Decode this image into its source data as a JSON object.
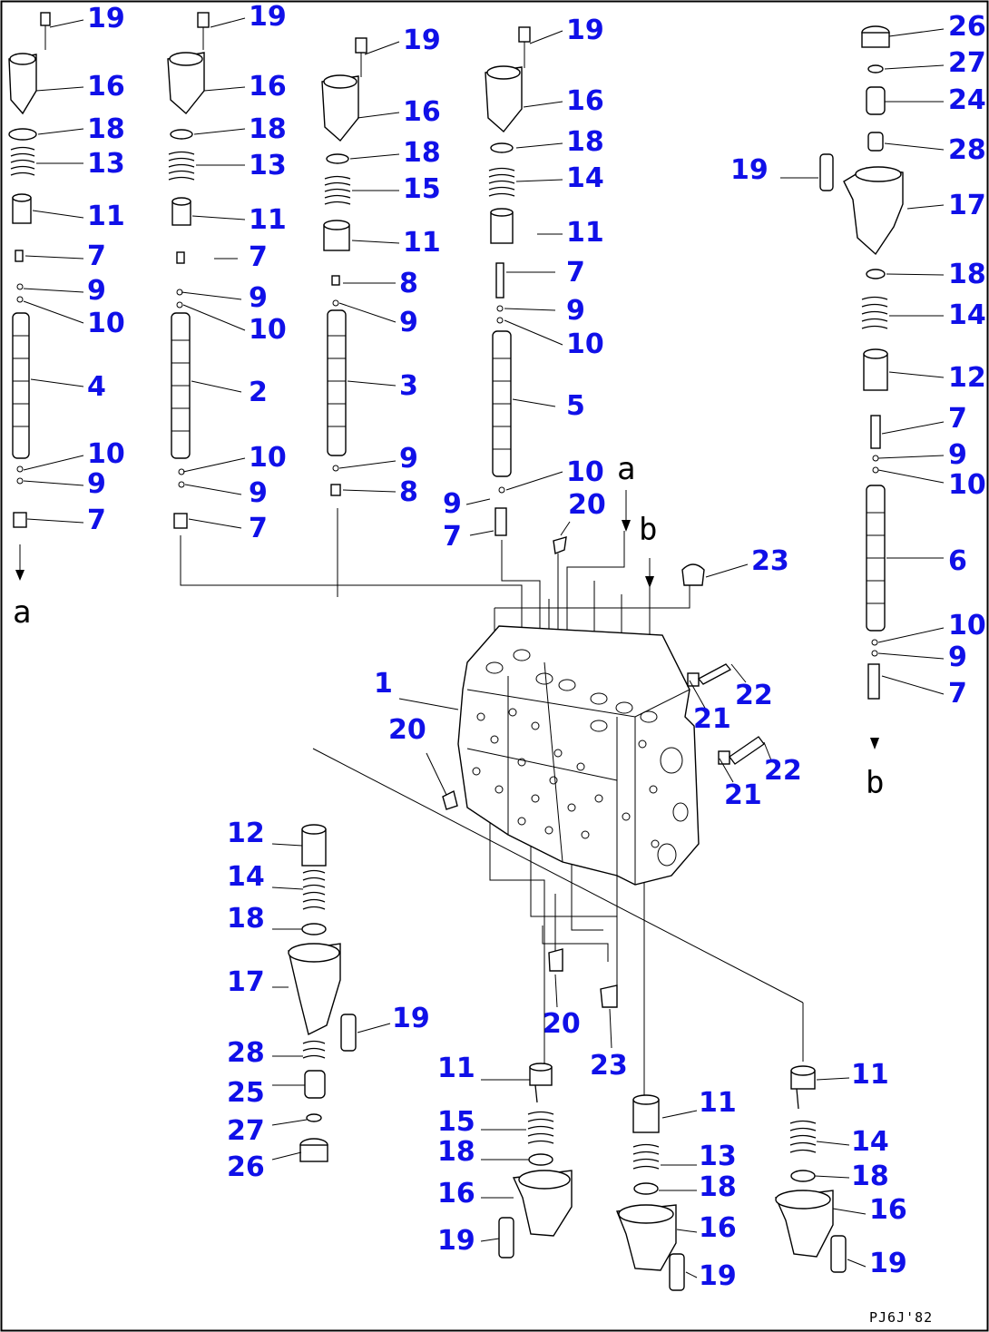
{
  "callouts": [
    {
      "label": "19"
    },
    {
      "label": "16"
    },
    {
      "label": "18"
    },
    {
      "label": "13"
    },
    {
      "label": "11"
    },
    {
      "label": "7"
    },
    {
      "label": "9"
    },
    {
      "label": "10"
    },
    {
      "label": "4"
    },
    {
      "label": "10"
    },
    {
      "label": "9"
    },
    {
      "label": "7"
    },
    {
      "label": "19"
    },
    {
      "label": "16"
    },
    {
      "label": "18"
    },
    {
      "label": "13"
    },
    {
      "label": "11"
    },
    {
      "label": "7"
    },
    {
      "label": "9"
    },
    {
      "label": "10"
    },
    {
      "label": "2"
    },
    {
      "label": "10"
    },
    {
      "label": "9"
    },
    {
      "label": "7"
    },
    {
      "label": "19"
    },
    {
      "label": "16"
    },
    {
      "label": "18"
    },
    {
      "label": "15"
    },
    {
      "label": "11"
    },
    {
      "label": "8"
    },
    {
      "label": "9"
    },
    {
      "label": "3"
    },
    {
      "label": "9"
    },
    {
      "label": "8"
    },
    {
      "label": "19"
    },
    {
      "label": "16"
    },
    {
      "label": "18"
    },
    {
      "label": "14"
    },
    {
      "label": "11"
    },
    {
      "label": "7"
    },
    {
      "label": "9"
    },
    {
      "label": "10"
    },
    {
      "label": "5"
    },
    {
      "label": "10"
    },
    {
      "label": "9"
    },
    {
      "label": "7"
    },
    {
      "label": "20"
    },
    {
      "label": "26"
    },
    {
      "label": "27"
    },
    {
      "label": "24"
    },
    {
      "label": "28"
    },
    {
      "label": "19"
    },
    {
      "label": "17"
    },
    {
      "label": "18"
    },
    {
      "label": "14"
    },
    {
      "label": "12"
    },
    {
      "label": "7"
    },
    {
      "label": "9"
    },
    {
      "label": "10"
    },
    {
      "label": "6"
    },
    {
      "label": "10"
    },
    {
      "label": "9"
    },
    {
      "label": "7"
    },
    {
      "label": "23"
    },
    {
      "label": "22"
    },
    {
      "label": "21"
    },
    {
      "label": "22"
    },
    {
      "label": "21"
    },
    {
      "label": "1"
    },
    {
      "label": "20"
    },
    {
      "label": "12"
    },
    {
      "label": "14"
    },
    {
      "label": "18"
    },
    {
      "label": "17"
    },
    {
      "label": "19"
    },
    {
      "label": "28"
    },
    {
      "label": "25"
    },
    {
      "label": "27"
    },
    {
      "label": "26"
    },
    {
      "label": "20"
    },
    {
      "label": "23"
    },
    {
      "label": "11"
    },
    {
      "label": "15"
    },
    {
      "label": "18"
    },
    {
      "label": "16"
    },
    {
      "label": "19"
    },
    {
      "label": "11"
    },
    {
      "label": "13"
    },
    {
      "label": "18"
    },
    {
      "label": "16"
    },
    {
      "label": "19"
    },
    {
      "label": "11"
    },
    {
      "label": "14"
    },
    {
      "label": "18"
    },
    {
      "label": "16"
    },
    {
      "label": "19"
    }
  ],
  "flow_marks": [
    {
      "label": "a"
    },
    {
      "label": "a"
    },
    {
      "label": "b"
    },
    {
      "label": "b"
    }
  ],
  "drawing_code": "PJ6J'82"
}
